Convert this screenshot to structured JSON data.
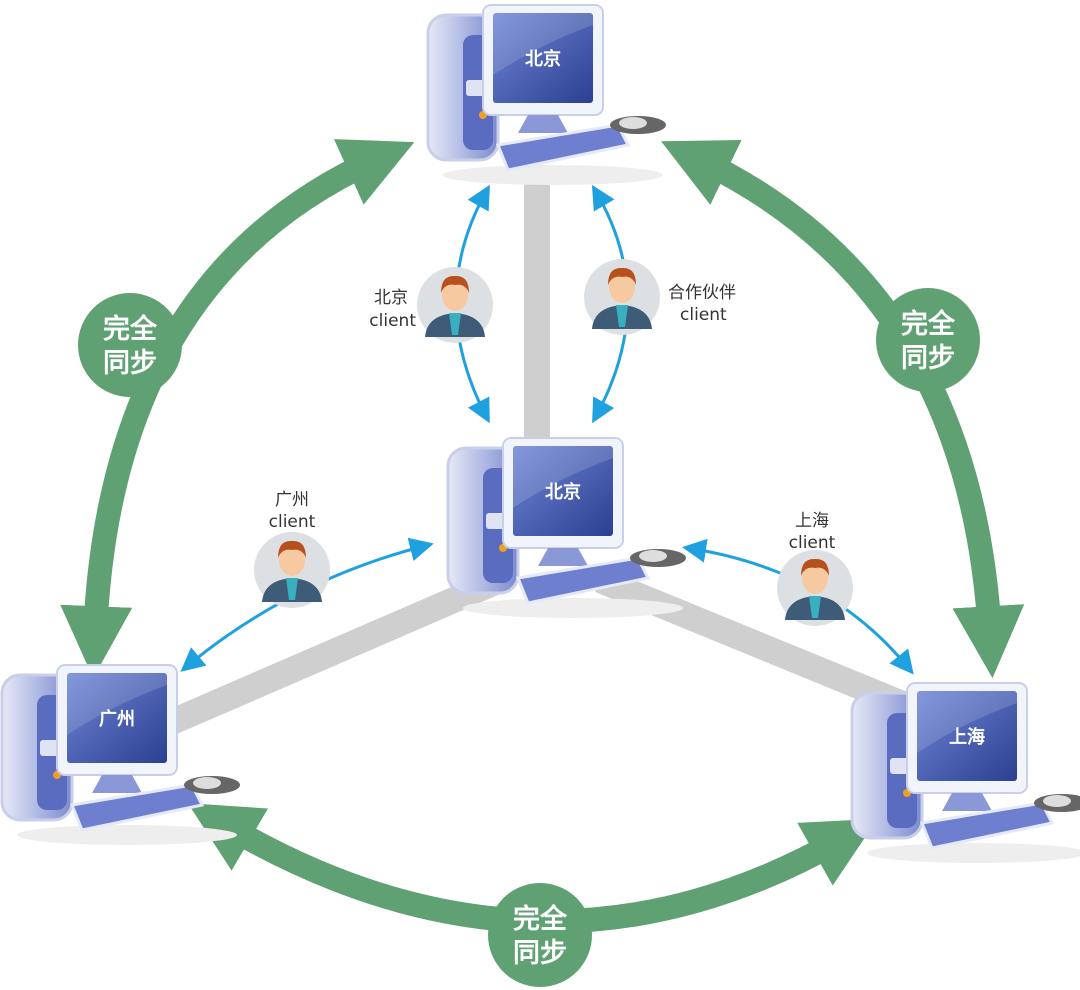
{
  "servers": {
    "top": "北京",
    "center": "北京",
    "left": "广州",
    "right": "上海"
  },
  "clients": [
    {
      "city": "北京",
      "word": "client"
    },
    {
      "city": "合作伙伴",
      "word": "client"
    },
    {
      "city": "广州",
      "word": "client"
    },
    {
      "city": "上海",
      "word": "client"
    }
  ],
  "sync_badges": [
    {
      "line1": "完全",
      "line2": "同步"
    },
    {
      "line1": "完全",
      "line2": "同步"
    },
    {
      "line1": "完全",
      "line2": "同步"
    }
  ],
  "colors": {
    "sync_arrow": "#5fa172",
    "client_arrow": "#1fa1e0",
    "connector": "#cfcfcf",
    "screen": "#3a4fa0"
  }
}
